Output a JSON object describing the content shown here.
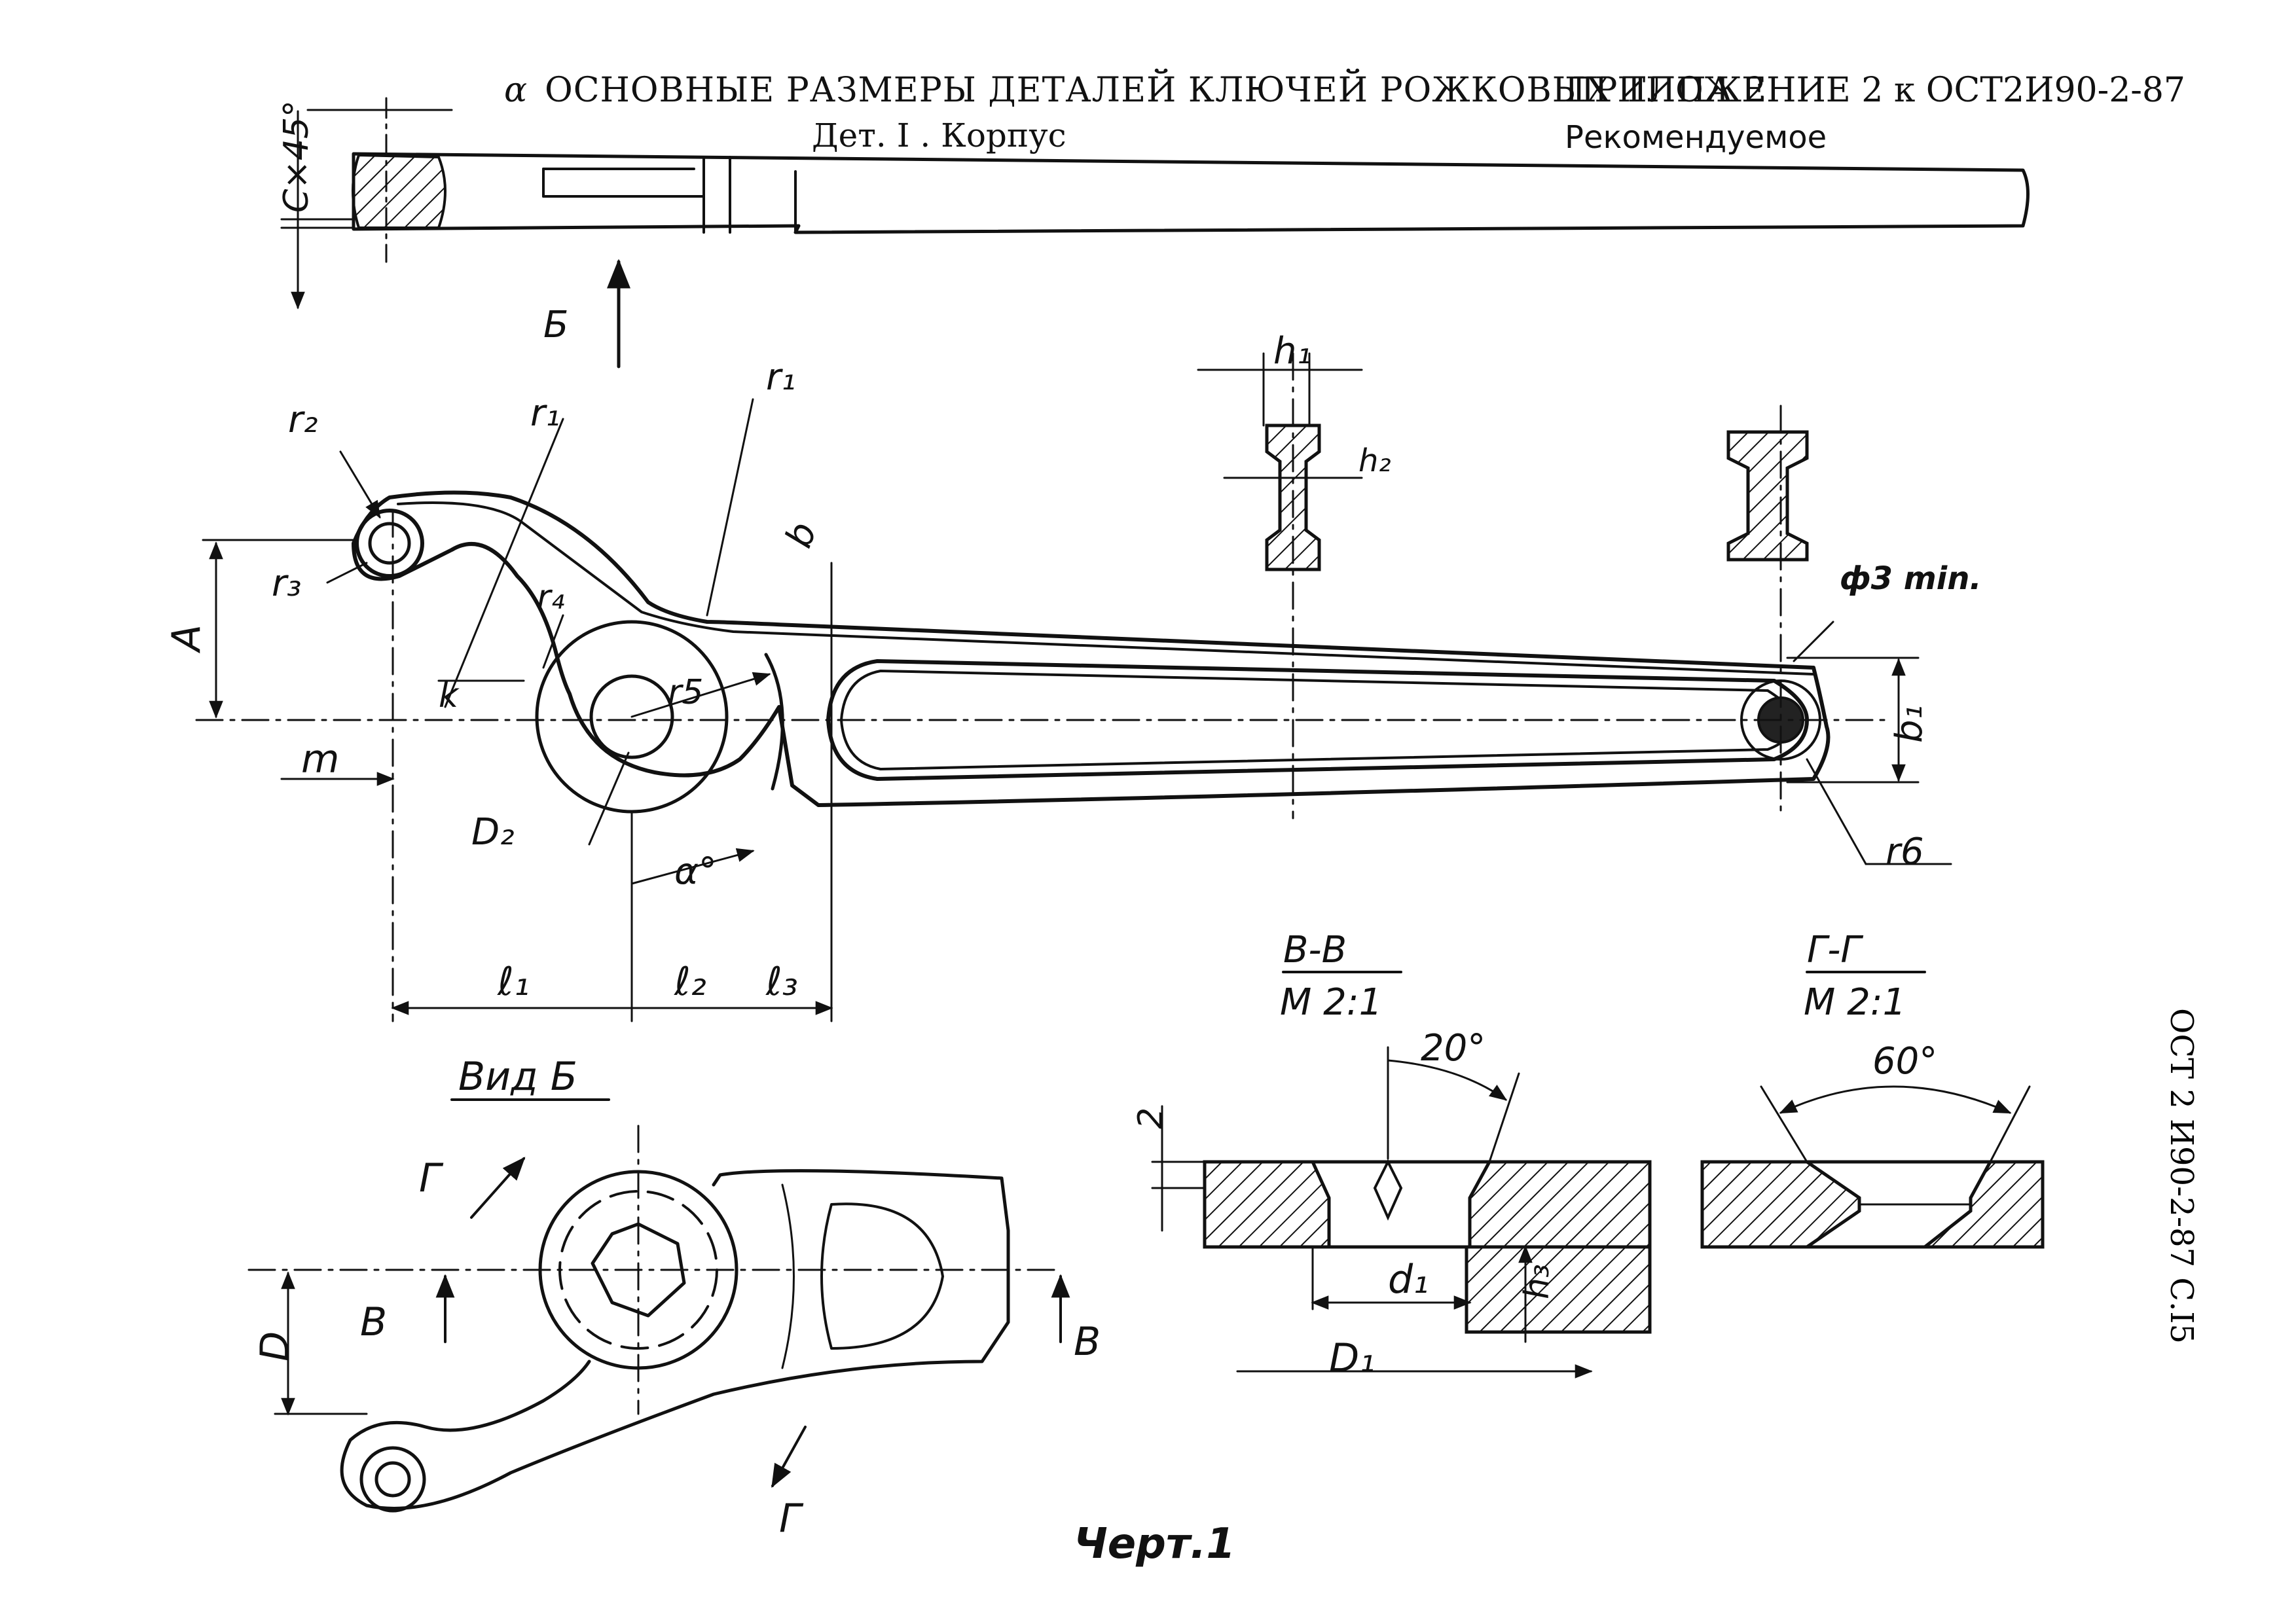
{
  "header": {
    "alpha_mark": "α",
    "title": "ОСНОВНЫЕ РАЗМЕРЫ ДЕТАЛЕЙ КЛЮЧЕЙ РОЖКОВЫХ ТИПА 2",
    "subtitle": "Дет. I .  Корпус",
    "appendix": "ПРИЛОЖЕНИЕ 2 к ОСТ2И90-2-87",
    "recommended": "Рекомендуемое",
    "side_code": "ОСТ 2 И90-2-87  С.I5"
  },
  "labels": {
    "cx45": "C×45°",
    "view_arrow_b": "Б",
    "r1_top": "r₁",
    "r1_left": "r₁",
    "r2": "r₂",
    "r3": "r₃",
    "r4": "r₄",
    "r5": "r5",
    "r6": "r6",
    "b": "b",
    "A": "A",
    "k": "k",
    "m": "m",
    "D2": "D₂",
    "alpha": "α°",
    "l1": "ℓ₁",
    "l2": "ℓ₂",
    "l3": "ℓ₃",
    "h1": "h₁",
    "h2": "h₂",
    "phi3min": "ф3 min.",
    "b1": "b₁",
    "view_b": "Вид Б",
    "G_top": "Г",
    "G_bot": "Г",
    "B_left": "В",
    "B_right": "В",
    "D": "D",
    "section_bb": "В-В",
    "scale_bb": "М 2:1",
    "section_gg": "Г-Г",
    "scale_gg": "М 2:1",
    "angle20": "20°",
    "angle60": "60°",
    "dim2": "2",
    "d1": "d₁",
    "h3": "h₃",
    "D1": "D₁",
    "caption": "Черт.1"
  }
}
